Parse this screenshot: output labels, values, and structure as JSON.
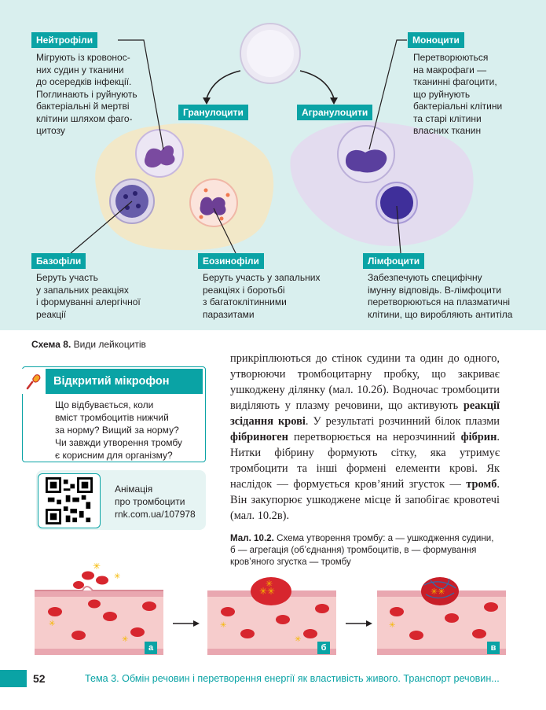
{
  "scheme": {
    "neutrophils": {
      "title": "Нейтрофіли",
      "lines": [
        "Мігрують із кровонос-",
        "них судин у тканини",
        "до осередків інфекції.",
        "Поглинають і руйнують",
        "бактеріальні й мертві",
        "клітини шляхом фаго-",
        "цитозу"
      ]
    },
    "monocytes": {
      "title": "Моноцити",
      "lines": [
        "Перетворюються",
        "на макрофаги —",
        "тканинні фагоцити,",
        "що руйнують",
        "бактеріальні клітини",
        "та старі клітини",
        "власних тканин"
      ]
    },
    "granulocytes": "Гранулоцити",
    "agranulocytes": "Агранулоцити",
    "basophils": {
      "title": "Базофіли",
      "lines": [
        "Беруть участь",
        "у запальних реакціях",
        "і формуванні алергічної",
        "реакції"
      ]
    },
    "eosinophils": {
      "title": "Еозинофіли",
      "lines": [
        "Беруть участь у запальних",
        "реакціях і боротьбі",
        "з багатоклітинними",
        "паразитами"
      ]
    },
    "lymphocytes": {
      "title": "Лімфоцити",
      "lines": [
        "Забезпечують специфічну",
        "імунну відповідь. В-лімфоцити",
        "перетворюються на плазматичні",
        "клітини, що виробляють антитіла"
      ]
    }
  },
  "scheme_caption": {
    "bold": "Схема 8.",
    "text": " Види лейкоцитів"
  },
  "open_mic": {
    "title": "Відкритий мікрофон",
    "lines": [
      "Що відбувається, коли",
      "вміст тромбоцитів нижчий",
      "за норму? Вищий за норму?",
      "Чи завжди утворення тромбу",
      "є корисним для організму?"
    ]
  },
  "animation": {
    "lines": [
      "Анімація",
      "про тромбоцити",
      "rnk.com.ua/107978"
    ]
  },
  "body": {
    "p1": "прикріплюються до стінок судини та один до одного, утворюючи тромбоцитарну пробку, що закриває ушкоджену ділянку (мал. 10.2б). Водночас тромбоцити виділяють у плазму речовини, що активують ",
    "b1": "реакції зсідання крові",
    "p2": ". У результаті розчинний білок плазми ",
    "b2": "фібриноген",
    "p3": " перетворюється на нерозчинний ",
    "b3": "фібрин",
    "p4": ". Нитки фібрину формують сітку, яка утримує тромбоцити та інші формені елементи крові. Як наслідок — формується кров’яний згусток — ",
    "b4": "тромб",
    "p5": ". Він закупорює ушкоджене місце й запобігає кровотечі (мал. 10.2в)."
  },
  "figure_caption": {
    "bold": "Мал. 10.2.",
    "text": " Схема утворення тромбу: а — ушкодження судини, б — агрегація (об’єднання) тромбоцитів, в — формування кров’яного згустка — тромбу"
  },
  "panels": [
    "а",
    "б",
    "в"
  ],
  "footer": {
    "page": "52",
    "text": "Тема 3. Обмін речовин і перетворення енергії як властивість живого. Транспорт речовин..."
  },
  "colors": {
    "accent": "#0aa3a5",
    "scheme_bg": "#d9efee",
    "blob_left": "#f2e8c8",
    "blob_right": "#e3dcef"
  }
}
